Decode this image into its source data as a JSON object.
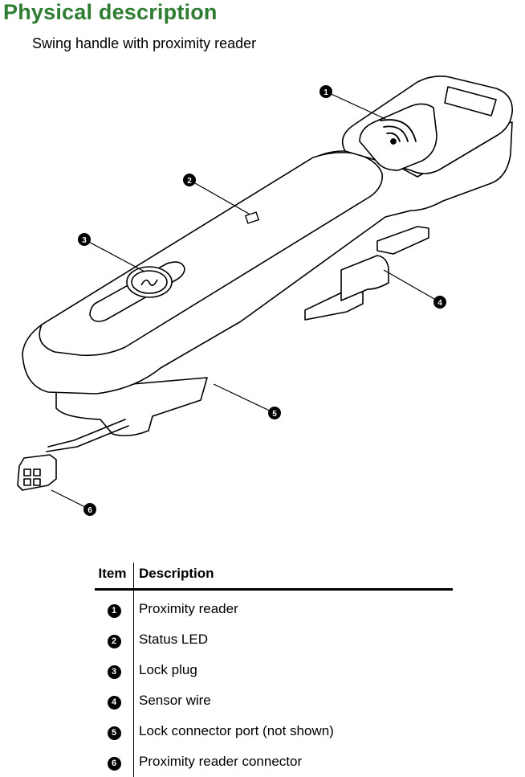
{
  "header": {
    "title": "Physical description",
    "subtitle": "Swing handle with proximity reader"
  },
  "figure": {
    "callouts": [
      {
        "number": "1",
        "name": "callout-1"
      },
      {
        "number": "2",
        "name": "callout-2"
      },
      {
        "number": "3",
        "name": "callout-3"
      },
      {
        "number": "4",
        "name": "callout-4"
      },
      {
        "number": "5",
        "name": "callout-5"
      },
      {
        "number": "6",
        "name": "callout-6"
      }
    ]
  },
  "table": {
    "headers": {
      "item": "Item",
      "description": "Description"
    },
    "rows": [
      {
        "item": "1",
        "description": "Proximity reader"
      },
      {
        "item": "2",
        "description": "Status LED"
      },
      {
        "item": "3",
        "description": "Lock plug"
      },
      {
        "item": "4",
        "description": "Sensor wire"
      },
      {
        "item": "5",
        "description": "Lock connector port (not shown)"
      },
      {
        "item": "6",
        "description": "Proximity reader connector"
      }
    ]
  },
  "colors": {
    "title": "#2e7d32",
    "line_art": "#000000"
  },
  "icons": [
    "numbered-bullet-icon",
    "rfid-waves-icon",
    "key-plug-icon"
  ]
}
